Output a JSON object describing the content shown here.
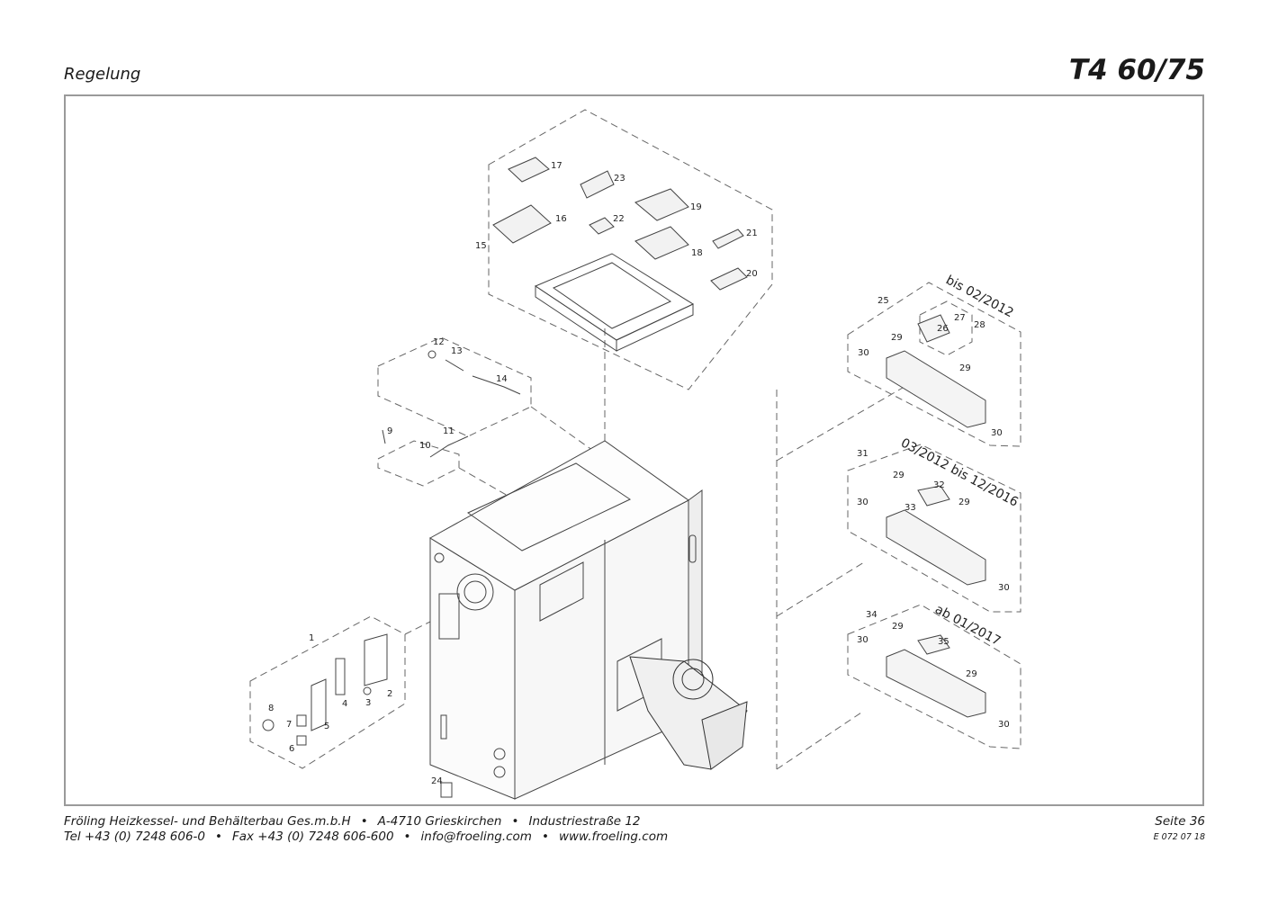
{
  "header": {
    "section": "Regelung",
    "model": "T4 60/75"
  },
  "footer": {
    "company": "Fröling Heizkessel- und Behälterbau Ges.m.b.H",
    "city": "A-4710 Grieskirchen",
    "street": "Industriestraße 12",
    "tel": "Tel +43 (0) 7248 606-0",
    "fax": "Fax +43 (0) 7248 606-600",
    "email": "info@froeling.com",
    "web": "www.froeling.com",
    "bullet": "•",
    "page": "Seite 36",
    "doc_code": "E 072 07 18"
  },
  "versions": {
    "v1": "bis 02/2012",
    "v2": "03/2012 bis 12/2016",
    "v3": "ab 01/2017"
  },
  "parts": {
    "p1": "1",
    "p2": "2",
    "p3": "3",
    "p4": "4",
    "p5": "5",
    "p6": "6",
    "p7": "7",
    "p8": "8",
    "p9": "9",
    "p10": "10",
    "p11": "11",
    "p12": "12",
    "p13": "13",
    "p14": "14",
    "p15": "15",
    "p16": "16",
    "p17": "17",
    "p18": "18",
    "p19": "19",
    "p20": "20",
    "p21": "21",
    "p22": "22",
    "p23": "23",
    "p24": "24",
    "p25": "25",
    "p26": "26",
    "p27": "27",
    "p28": "28",
    "p29": "29",
    "p30": "30",
    "p31": "31",
    "p32": "32",
    "p33": "33",
    "p34": "34",
    "p35": "35"
  }
}
